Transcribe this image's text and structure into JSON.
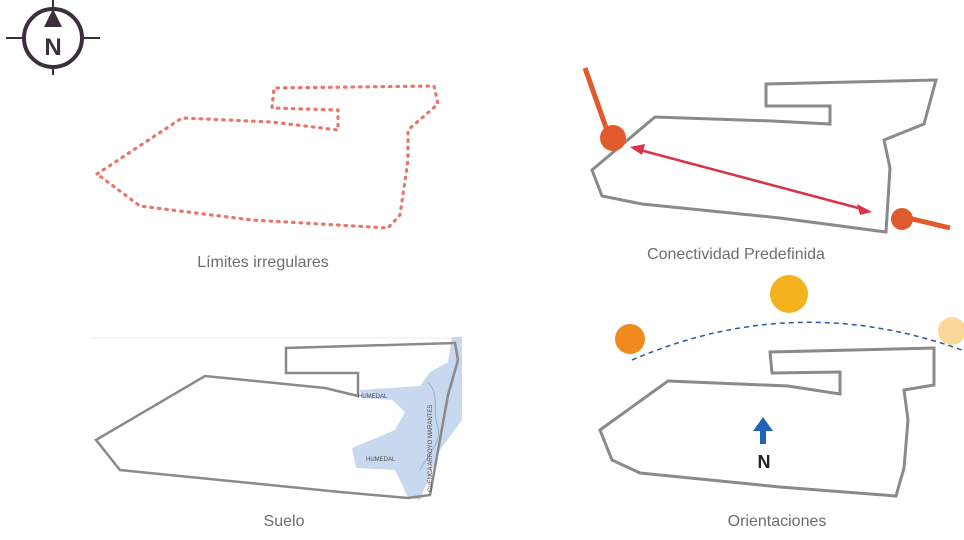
{
  "compass": {
    "letter": "N",
    "icon": "north-compass-icon"
  },
  "panels": {
    "limits": {
      "caption": "Límites irregulares"
    },
    "connectivity": {
      "caption": "Conectividad Predefinida"
    },
    "soil": {
      "caption": "Suelo",
      "wetland_label_1": "HUMEDAL",
      "wetland_label_2": "HUMEDAL",
      "channel_label": "CUENCA ARROYO MARANTES"
    },
    "orientation": {
      "caption": "Orientaciones",
      "north_letter": "N"
    }
  },
  "colors": {
    "outline": "#8a8a8a",
    "dotted": "#e8776a",
    "connector": "#e05a2b",
    "arrow": "#d9334a",
    "wetland": "#c8d8ee",
    "sun_high": "#f5b21f",
    "sun_left": "#f08a1e",
    "sun_right": "#fad89a",
    "north_arrow": "#1f63b5"
  }
}
